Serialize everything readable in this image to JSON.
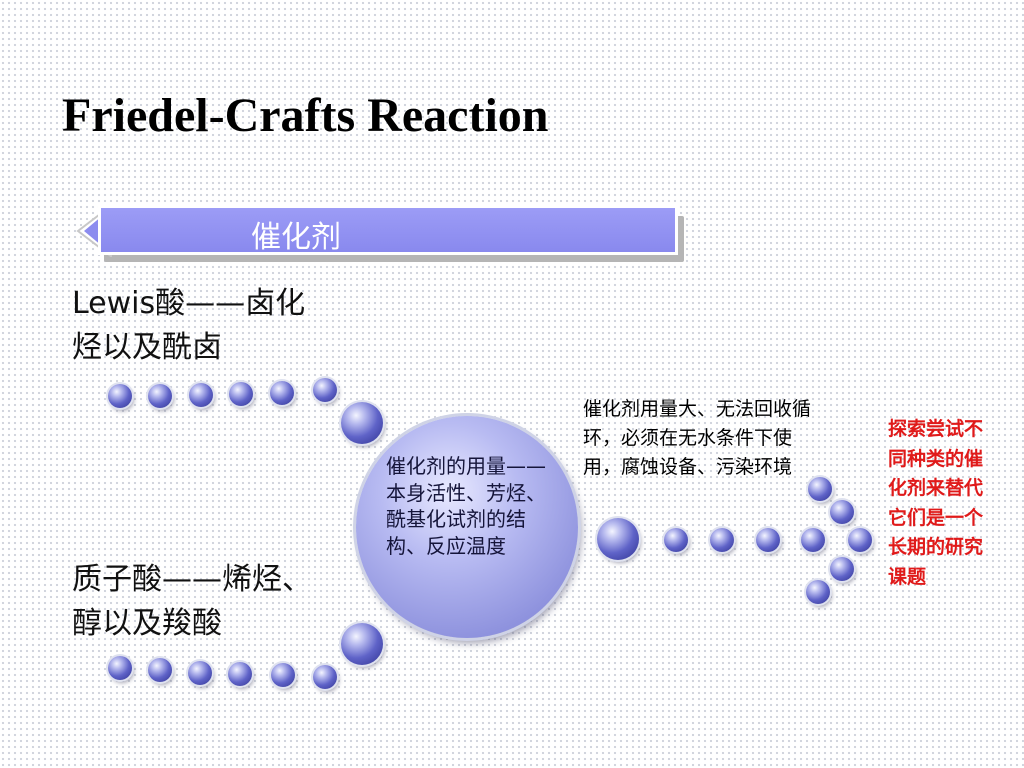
{
  "slide": {
    "title": "Friedel-Crafts Reaction"
  },
  "banner": {
    "label": "催化剂"
  },
  "catalysts": {
    "lewis_line1": "Lewis酸——卤化",
    "lewis_line2": "烃以及酰卤",
    "proton_line1": "质子酸——烯烃、",
    "proton_line2": "醇以及羧酸"
  },
  "center": {
    "text": "催化剂的用量——本身活性、芳烃、酰基化试剂的结构、反应温度"
  },
  "drawback": {
    "text": "催化剂用量大、无法回收循环，必须在无水条件下使用，腐蚀设备、污染环境"
  },
  "conclusion": {
    "text": "探索尝试不同种类的催化剂来替代它们是一个长期的研究课题"
  },
  "colors": {
    "accent": "#8c8cef",
    "bead": "#4e52c0",
    "conclusion": "#e01a1a"
  }
}
